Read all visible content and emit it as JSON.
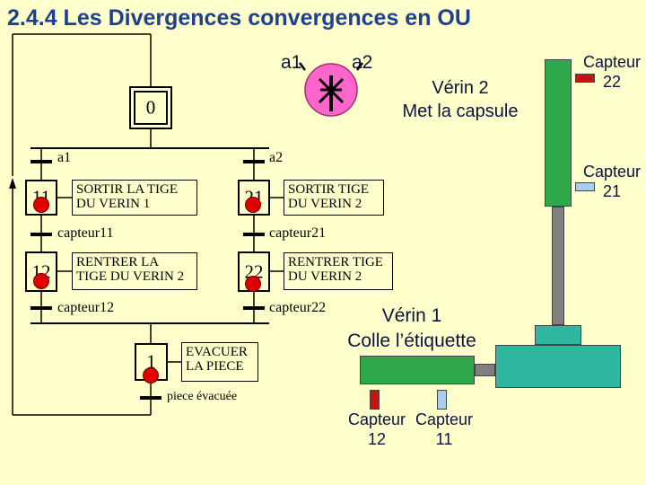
{
  "title": "2.4.4 Les Divergences convergences en OU",
  "colors": {
    "background": "#ffffcc",
    "title": "#1f3f8f",
    "token": "#e00000",
    "green": "#2ea84a",
    "grey": "#808080",
    "teal": "#2eb8a0",
    "red_sensor": "#cc1111",
    "blue_sensor": "#a8ccf0",
    "pink": "#ff66cc"
  },
  "grafcet": {
    "initial_step": "0",
    "steps": [
      {
        "num": "11",
        "action": [
          "SORTIR LA TIGE",
          "DU VERIN 1"
        ]
      },
      {
        "num": "12",
        "action": [
          "RENTRER LA",
          "TIGE DU VERIN 2"
        ]
      },
      {
        "num": "21",
        "action": [
          "SORTIR TIGE",
          "DU VERIN 2"
        ]
      },
      {
        "num": "22",
        "action": [
          "RENTRER TIGE",
          "DU VERIN 2"
        ]
      },
      {
        "num": "1",
        "action": [
          "EVACUER",
          "LA PIECE"
        ]
      }
    ],
    "transitions": {
      "a1": "a1",
      "a2": "a2",
      "capteur11": "capteur11",
      "capteur12": "capteur12",
      "capteur21": "capteur21",
      "capteur22": "capteur22",
      "piece": "piece évacuée"
    }
  },
  "selector": {
    "a1": "a1",
    "a2": "a2"
  },
  "verin2": {
    "line1": "Vérin 2",
    "line2": "Met la capsule"
  },
  "verin1": {
    "line1": "Vérin 1",
    "line2": "Colle l’étiquette"
  },
  "sensors": {
    "c22": {
      "line1": "Capteur",
      "line2": "22"
    },
    "c21": {
      "line1": "Capteur",
      "line2": "21"
    },
    "c12": {
      "line1": "Capteur",
      "line2": "12"
    },
    "c11": {
      "line1": "Capteur",
      "line2": "11"
    }
  }
}
